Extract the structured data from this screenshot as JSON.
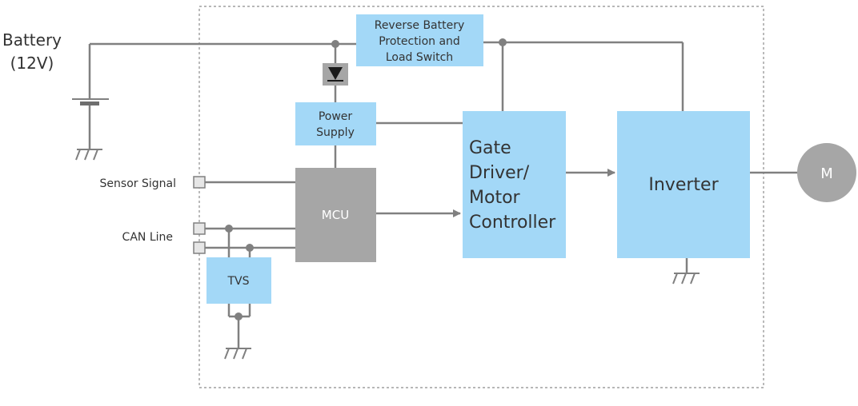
{
  "colors": {
    "block_fill": "#a3d8f7",
    "mcu_fill": "#a6a6a6",
    "wire": "#808080",
    "motor_fill": "#a6a6a6",
    "text": "#333333",
    "boundary": "#8c8c8c"
  },
  "battery": {
    "label_line1": "Battery",
    "label_line2": "(12V)"
  },
  "blocks": {
    "reverse_battery": {
      "line1": "Reverse Battery",
      "line2": "Protection and",
      "line3": "Load Switch"
    },
    "power_supply": {
      "line1": "Power",
      "line2": "Supply"
    },
    "mcu": {
      "label": "MCU"
    },
    "gate_driver": {
      "line1": "Gate",
      "line2": "Driver/",
      "line3": "Motor",
      "line4": "Controller"
    },
    "inverter": {
      "label": "Inverter"
    },
    "tvs": {
      "label": "TVS"
    },
    "motor": {
      "label": "M"
    }
  },
  "inputs": {
    "sensor_signal": "Sensor Signal",
    "can_line": "CAN Line"
  },
  "icons": {
    "diode": "diode-icon",
    "ground": "ground-icon",
    "battery": "battery-icon",
    "motor": "motor-icon",
    "connector": "connector-pad-icon"
  }
}
